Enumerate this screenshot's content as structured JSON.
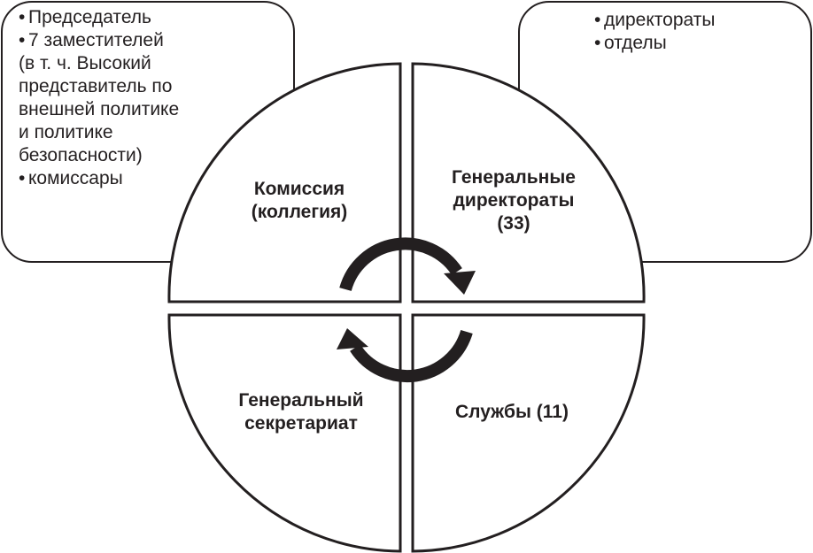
{
  "left_box": {
    "items": [
      {
        "bullet": "•",
        "lines": [
          "Председатель"
        ]
      },
      {
        "bullet": "•",
        "lines": [
          "7 заместителей",
          "(в т. ч. Высокий",
          "представитель по",
          "внешней политике",
          "и политике",
          "безопасности)"
        ]
      },
      {
        "bullet": "•",
        "lines": [
          "комиссары"
        ]
      }
    ]
  },
  "right_box": {
    "items": [
      {
        "bullet": "•",
        "lines": [
          "директораты"
        ]
      },
      {
        "bullet": "•",
        "lines": [
          "отделы"
        ]
      }
    ]
  },
  "quadrants": {
    "top_left": {
      "lines": [
        "Комиссия",
        "(коллегия)"
      ]
    },
    "top_right": {
      "lines": [
        "Генеральные",
        "директораты",
        "(33)"
      ]
    },
    "bottom_left": {
      "lines": [
        "Генеральный",
        "секретариат"
      ]
    },
    "bottom_right": {
      "lines": [
        "Службы (11)"
      ]
    }
  },
  "colors": {
    "stroke": "#231f20",
    "fill": "#ffffff",
    "arrow": "#231f20"
  }
}
